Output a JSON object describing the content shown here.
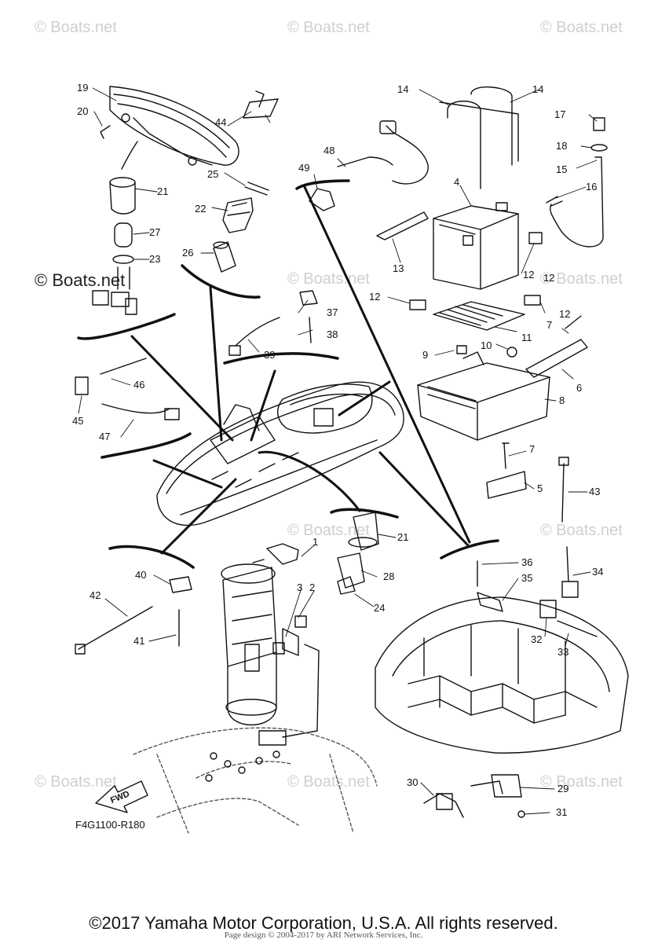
{
  "watermarks": [
    "© Boats.net",
    "© Boats.net",
    "© Boats.net",
    "© Boats.net",
    "© Boats.net",
    "© Boats.net",
    "© Boats.net",
    "© Boats.net",
    "© Boats.net",
    "© Boats.net",
    "© Boats.net"
  ],
  "part_labels": [
    "1",
    "2",
    "3",
    "4",
    "5",
    "6",
    "7",
    "7",
    "8",
    "9",
    "10",
    "11",
    "12",
    "12",
    "12",
    "12",
    "13",
    "14",
    "14",
    "15",
    "16",
    "17",
    "18",
    "19",
    "20",
    "21",
    "21",
    "22",
    "23",
    "24",
    "25",
    "26",
    "27",
    "28",
    "29",
    "30",
    "31",
    "32",
    "33",
    "34",
    "35",
    "36",
    "37",
    "38",
    "39",
    "40",
    "41",
    "42",
    "43",
    "44",
    "45",
    "46",
    "47",
    "48",
    "49"
  ],
  "fwd_label": "FWD",
  "reference_code": "F4G1100-R180",
  "copyright": "©2017 Yamaha Motor Corporation, U.S.A. All rights reserved.",
  "page_credit": "Page design © 2004-2017 by ARI Network Services, Inc."
}
